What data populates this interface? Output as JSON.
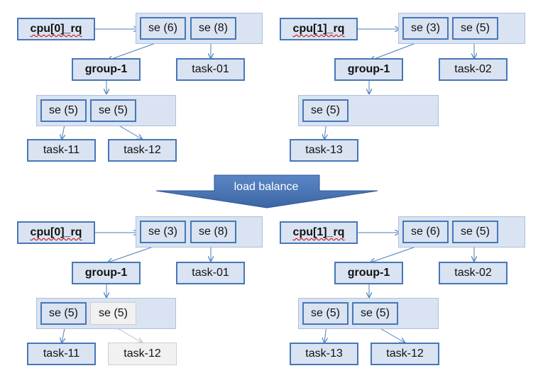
{
  "arrow_label": "load balance",
  "rq0": "cpu[0]_rq",
  "rq1": "cpu[1]_rq",
  "group": "group-1",
  "before": {
    "cpu0": {
      "se_a": "se (6)",
      "se_b": "se (8)",
      "task_top": "task-01",
      "grp_se_a": "se (5)",
      "grp_se_b": "se (5)",
      "task_a": "task-11",
      "task_b": "task-12"
    },
    "cpu1": {
      "se_a": "se (3)",
      "se_b": "se (5)",
      "task_top": "task-02",
      "grp_se_a": "se (5)",
      "task_a": "task-13"
    }
  },
  "after": {
    "cpu0": {
      "se_a": "se (3)",
      "se_b": "se (8)",
      "task_top": "task-01",
      "grp_se_a": "se (5)",
      "grp_se_b": "se (5)",
      "task_a": "task-11",
      "task_b": "task-12"
    },
    "cpu1": {
      "se_a": "se (6)",
      "se_b": "se (5)",
      "task_top": "task-02",
      "grp_se_a": "se (5)",
      "grp_se_b": "se (5)",
      "task_a": "task-13",
      "task_b": "task-12"
    }
  },
  "colors": {
    "box_fill": "#dae3f1",
    "box_border": "#4677b8",
    "arrow": "#4a7ebb",
    "banner": "#4a72b0",
    "ghost_fill": "#f1f1f1"
  }
}
